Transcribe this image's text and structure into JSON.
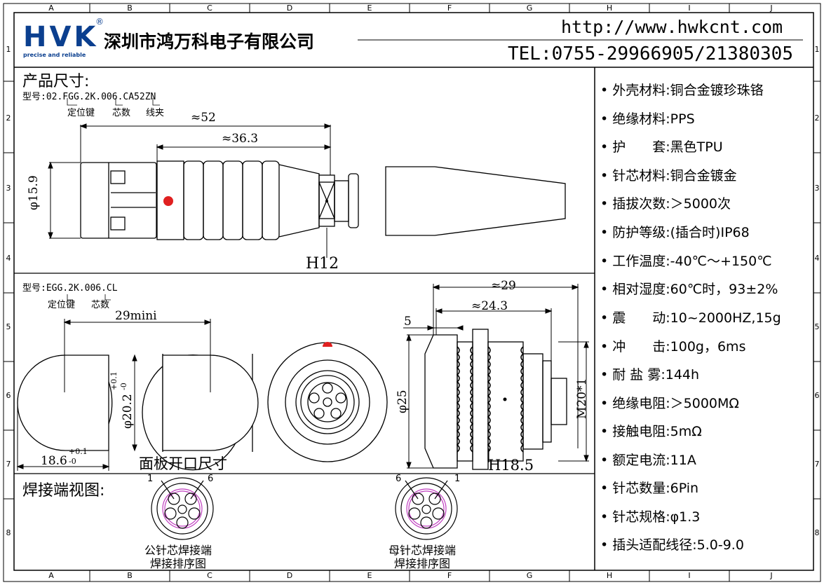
{
  "header": {
    "logo": "HVK",
    "logo_reg": "®",
    "logo_tagline": "precise and reliable",
    "company_name": "深圳市鸿万科电子有限公司",
    "website": "http://www.hwkcnt.com",
    "telephone": "TEL:0755-29966905/21380305"
  },
  "grid": {
    "columns": [
      "A",
      "B",
      "C",
      "D",
      "E",
      "F",
      "G",
      "H",
      "I",
      "J"
    ],
    "rows": [
      "1",
      "2",
      "3",
      "4",
      "5",
      "6",
      "7",
      "8"
    ]
  },
  "plug_section": {
    "title": "产品尺寸:",
    "model": "型号:02.FGG.2K.006.CA52ZN",
    "callouts": [
      "定位键",
      "芯数",
      "线夹"
    ],
    "dim_overall": "≈52",
    "dim_body": "≈36.3",
    "dim_diameter": "φ15.9",
    "dim_hex": "H12"
  },
  "socket_section": {
    "model": "型号:EGG.2K.006.CL",
    "callouts": [
      "定位键",
      "芯数"
    ],
    "dim_cutout_width": "29mini",
    "dim_cutout_diameter": "φ20.2",
    "dim_cutout_diameter_tol_upper": "+0.1",
    "dim_cutout_diameter_tol_lower": "-0",
    "dim_cutout_flat": "18.6",
    "dim_cutout_flat_tol_upper": "+0.1",
    "dim_cutout_flat_tol_lower": "-0",
    "panel_label": "面板开口尺寸",
    "dim_length_total": "≈29",
    "dim_length_body": "≈24.3",
    "dim_flange": "5",
    "dim_flange_diameter": "φ25",
    "dim_thread": "M20*1",
    "dim_hex": "H18.5"
  },
  "solder_section": {
    "title": "焊接端视图:",
    "male_label": "公针芯焊接端",
    "male_sublabel": "焊接排序图",
    "female_label": "母针芯焊接端",
    "female_sublabel": "焊接排序图",
    "male_pin_first": "1",
    "male_pin_last": "6",
    "female_pin_first": "6",
    "female_pin_last": "1"
  },
  "specs": [
    "• 外壳材料:铜合金镀珍珠铬",
    "• 绝缘材料:PPS",
    "• 护　　套:黑色TPU",
    "• 针芯材料:铜合金镀金",
    "• 插拔次数:＞5000次",
    "• 防护等级:(插合时)IP68",
    "• 工作温度:-40℃～+150℃",
    "• 相对湿度:60℃时，93±2%",
    "• 震　　动:10~2000HZ,15g",
    "• 冲　　击:100g，6ms",
    "• 耐 盐 雾:144h",
    "• 绝缘电阻:＞5000MΩ",
    "• 接触电阻:5mΩ",
    "• 额定电流:11A",
    "• 针芯数量:6Pin",
    "• 针芯规格:φ1.3",
    "• 插头适配线径:5.0-9.0"
  ],
  "colors": {
    "logo_blue": "#0b3f8f",
    "marker_red": "#e02020",
    "pin_magenta": "#c040c0"
  }
}
